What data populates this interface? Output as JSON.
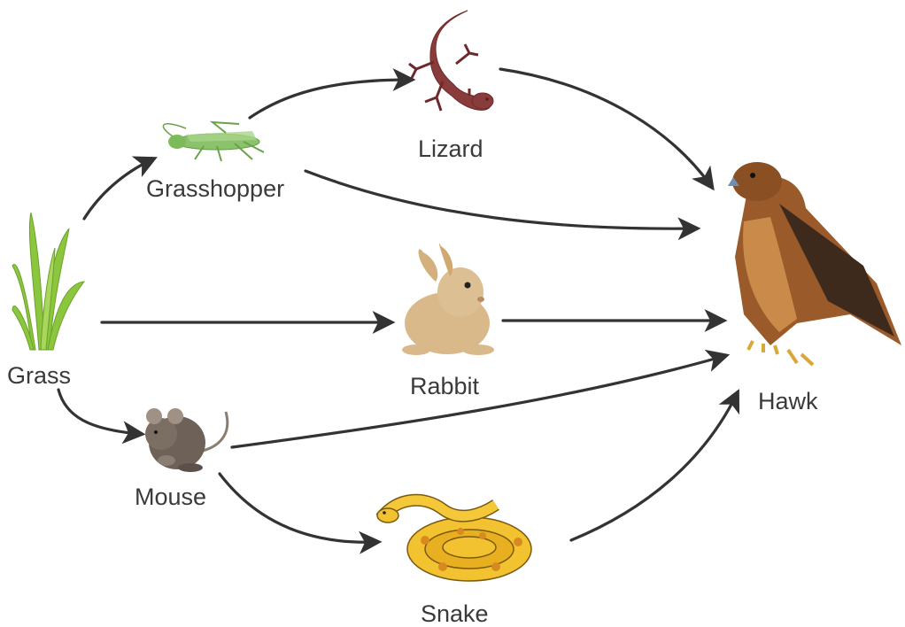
{
  "organisms": {
    "grass": {
      "label": "Grass",
      "icon": "grass-icon"
    },
    "grasshopper": {
      "label": "Grasshopper",
      "icon": "grasshopper-icon"
    },
    "lizard": {
      "label": "Lizard",
      "icon": "lizard-icon"
    },
    "rabbit": {
      "label": "Rabbit",
      "icon": "rabbit-icon"
    },
    "mouse": {
      "label": "Mouse",
      "icon": "mouse-icon"
    },
    "snake": {
      "label": "Snake",
      "icon": "snake-icon"
    },
    "hawk": {
      "label": "Hawk",
      "icon": "hawk-icon"
    }
  },
  "edges": [
    {
      "from": "Grass",
      "to": "Grasshopper"
    },
    {
      "from": "Grass",
      "to": "Rabbit"
    },
    {
      "from": "Grass",
      "to": "Mouse"
    },
    {
      "from": "Grasshopper",
      "to": "Lizard"
    },
    {
      "from": "Grasshopper",
      "to": "Hawk"
    },
    {
      "from": "Lizard",
      "to": "Hawk"
    },
    {
      "from": "Rabbit",
      "to": "Hawk"
    },
    {
      "from": "Mouse",
      "to": "Hawk"
    },
    {
      "from": "Mouse",
      "to": "Snake"
    },
    {
      "from": "Snake",
      "to": "Hawk"
    }
  ],
  "colors": {
    "arrow": "#333333",
    "label": "#3a3a3a",
    "grass": "#8cc63f",
    "grasshopper": "#7dbb5a",
    "lizard": "#8a3b3b",
    "rabbit": "#d9b98a",
    "mouse": "#6e6258",
    "snake": "#f2c230",
    "hawk": "#9a5a2a"
  }
}
